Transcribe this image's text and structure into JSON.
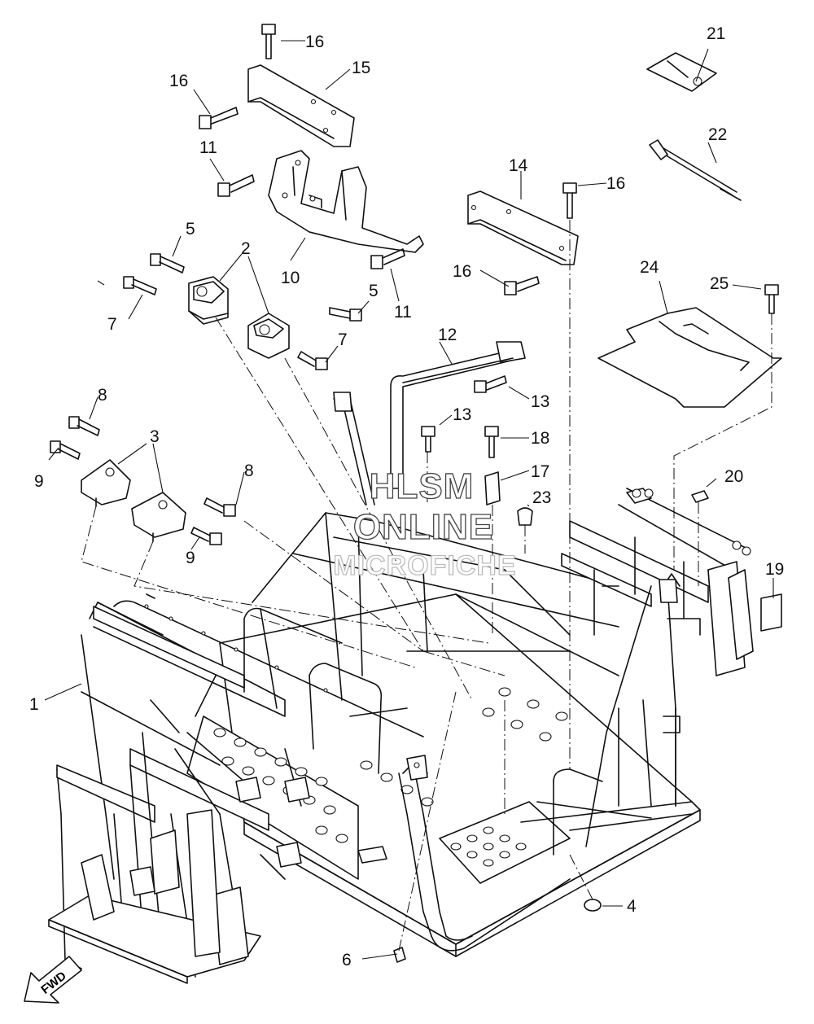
{
  "callouts": [
    {
      "id": "1",
      "label": "1"
    },
    {
      "id": "2",
      "label": "2"
    },
    {
      "id": "3",
      "label": "3"
    },
    {
      "id": "4",
      "label": "4"
    },
    {
      "id": "5a",
      "label": "5"
    },
    {
      "id": "5b",
      "label": "5"
    },
    {
      "id": "6",
      "label": "6"
    },
    {
      "id": "7a",
      "label": "7"
    },
    {
      "id": "7b",
      "label": "7"
    },
    {
      "id": "8a",
      "label": "8"
    },
    {
      "id": "8b",
      "label": "8"
    },
    {
      "id": "9a",
      "label": "9"
    },
    {
      "id": "9b",
      "label": "9"
    },
    {
      "id": "10",
      "label": "10"
    },
    {
      "id": "11a",
      "label": "11"
    },
    {
      "id": "11b",
      "label": "11"
    },
    {
      "id": "12",
      "label": "12"
    },
    {
      "id": "13a",
      "label": "13"
    },
    {
      "id": "13b",
      "label": "13"
    },
    {
      "id": "14",
      "label": "14"
    },
    {
      "id": "15",
      "label": "15"
    },
    {
      "id": "16a",
      "label": "16"
    },
    {
      "id": "16b",
      "label": "16"
    },
    {
      "id": "16c",
      "label": "16"
    },
    {
      "id": "16d",
      "label": "16"
    },
    {
      "id": "17",
      "label": "17"
    },
    {
      "id": "18",
      "label": "18"
    },
    {
      "id": "19",
      "label": "19"
    },
    {
      "id": "20",
      "label": "20"
    },
    {
      "id": "21",
      "label": "21"
    },
    {
      "id": "22",
      "label": "22"
    },
    {
      "id": "23",
      "label": "23"
    },
    {
      "id": "24",
      "label": "24"
    },
    {
      "id": "25",
      "label": "25"
    }
  ],
  "watermark": {
    "line1": "HLSM",
    "line2": "ONLINE",
    "line3": "MICROFICHE"
  },
  "fwd_label": "FWD"
}
